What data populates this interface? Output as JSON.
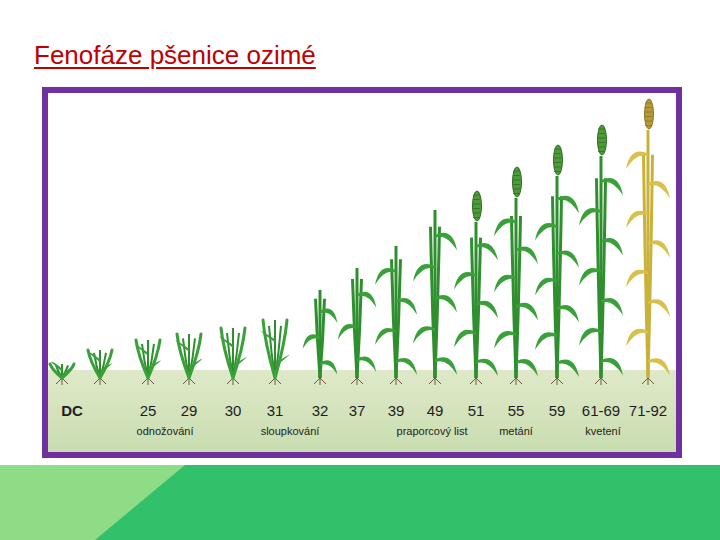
{
  "diagram": {
    "title": "Fenofáze pšenice ozimé",
    "labels": [
      "DC",
      "25",
      "29",
      "30",
      "31",
      "32",
      "37",
      "39",
      "49",
      "51",
      "55",
      "59",
      "61-69",
      "71-92",
      "odnožování",
      "sloupkování",
      "praporcový list",
      "metání",
      "kvetení"
    ]
  }
}
